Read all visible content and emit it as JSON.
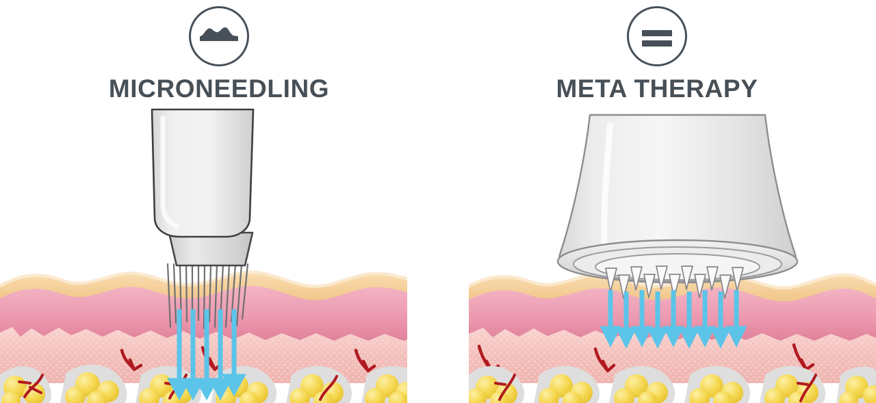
{
  "meta": {
    "background": "#ffffff",
    "title_color": "#474f57",
    "icon_stroke": "#475059"
  },
  "panels": [
    {
      "id": "microneedling",
      "title": "MICRONEEDLING",
      "icon_name": "uneven-skin-wave-icon",
      "icon_shape": "wave",
      "device": {
        "name": "microneedling-handpiece",
        "shape": "tapered-narrow-pen",
        "body_fill": "#e9e9e9",
        "body_stroke": "#3e3e42",
        "tip_fill": "#dcdcdc"
      },
      "needles": {
        "count": 14,
        "type": "long-thin-straight",
        "color": "#6f6f72",
        "penetration": "deep-through-dermis"
      },
      "arrows": {
        "count": 5,
        "color": "#5bc4e8",
        "depth_label": "deep",
        "end_layer": "subcutaneous-fat"
      }
    },
    {
      "id": "meta-therapy",
      "title": "META THERAPY",
      "icon_name": "even-skin-equals-icon",
      "icon_shape": "equals",
      "device": {
        "name": "meta-therapy-applicator",
        "shape": "wide-bell-flare",
        "body_fill": "#ededed",
        "body_stroke": "#8d8d90",
        "tip_fill": "#e3e3e3"
      },
      "needles": {
        "count": 10,
        "type": "short-cone-micro",
        "color": "#fafafa",
        "penetration": "shallow-epidermis"
      },
      "arrows": {
        "count": 9,
        "color": "#5bc4e8",
        "depth_label": "shallow",
        "end_layer": "papillary-dermis"
      }
    }
  ],
  "skin_layers": [
    {
      "name": "epidermis",
      "color": "#f2c98e"
    },
    {
      "name": "epidermis-highlight",
      "color": "#f8dcb0"
    },
    {
      "name": "dermis-upper",
      "color": "#efa8bb"
    },
    {
      "name": "dermis-mid",
      "color": "#e8889f"
    },
    {
      "name": "reticular-dermis",
      "color": "#f5c2c0"
    },
    {
      "name": "dermis-texture",
      "color": "#fbdcd8"
    },
    {
      "name": "septa",
      "color": "#dedede"
    },
    {
      "name": "adipose-fat",
      "color": "#f3d34b"
    },
    {
      "name": "fat-highlight",
      "color": "#fbe88e"
    },
    {
      "name": "blood-vessel",
      "color": "#b01a20"
    }
  ]
}
